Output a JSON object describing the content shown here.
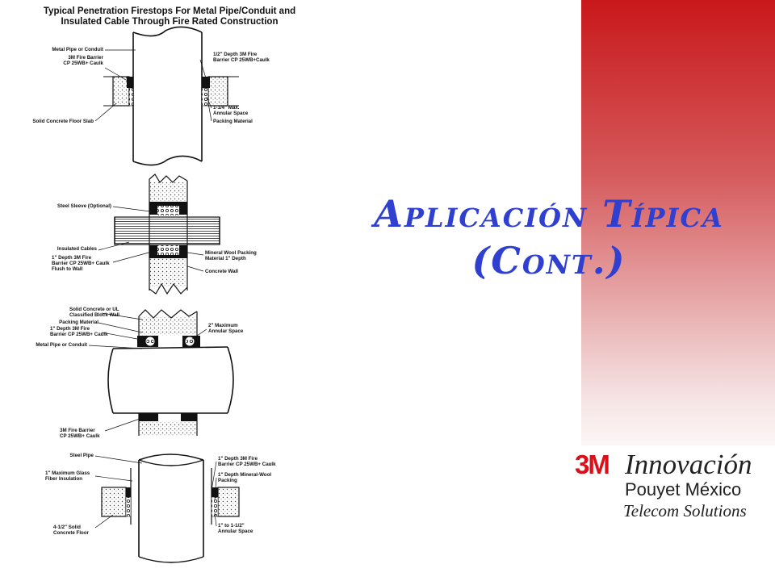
{
  "figure": {
    "title_line1": "Typical Penetration Firestops For Metal Pipe/Conduit and",
    "title_line2": "Insulated Cable Through Fire Rated Construction",
    "diagram1": {
      "metal_pipe": "Metal Pipe or Conduit",
      "fire_barrier_left": "3M Fire Barrier\nCP 25WB+ Caulk",
      "depth_caulk": "1/2\" Depth 3M Fire\nBarrier CP 25WB+Caulk",
      "annular": "1-1/4\" Max.\nAnnular Space",
      "packing": "Packing Material",
      "floor_slab": "Solid Concrete Floor Slab"
    },
    "diagram2": {
      "steel_sleeve": "Steel Sleeve (Optional)",
      "insulated_cables": "Insulated Cables",
      "depth_caulk": "1\" Depth 3M Fire\nBarrier CP 25WB+ Caulk\nFlush to Wall",
      "mineral_wool": "Mineral Wool Packing\nMaterial 1\" Depth",
      "concrete_wall": "Concrete Wall"
    },
    "diagram3": {
      "block_wall": "Solid Concrete or UL\nClassified Block Wall",
      "packing": "Packing Material",
      "depth_caulk": "1\" Depth 3M Fire\nBarrier CP 25WB+ Caulk",
      "metal_pipe": "Metal Pipe or Conduit",
      "annular": "2\" Maximum\nAnnular Space",
      "fire_barrier_bottom": "3M Fire Barrier\nCP 25WB+ Caulk"
    },
    "diagram4": {
      "steel_pipe": "Steel Pipe",
      "glass_fiber": "1\" Maximum Glass\nFiber Insulation",
      "concrete_floor": "4-1/2\" Solid\nConcrete Floor",
      "depth_caulk": "1\" Depth 3M Fire\nBarrier CP 25WB+ Caulk",
      "mineral_wool": "1\" Depth Mineral-Wool\nPacking",
      "annular": "1\" to 1-1/2\"\nAnnular Space"
    }
  },
  "slide": {
    "title_line1": "Aplicación Típica",
    "title_line2": "(Cont.)",
    "title_color": "#2f3fd0"
  },
  "brand": {
    "mark": "3M",
    "tagline": "Innovación",
    "company": "Pouyet México",
    "division": "Telecom Solutions",
    "mark_color": "#d9101a",
    "panel_top_color": "#c8181b"
  }
}
